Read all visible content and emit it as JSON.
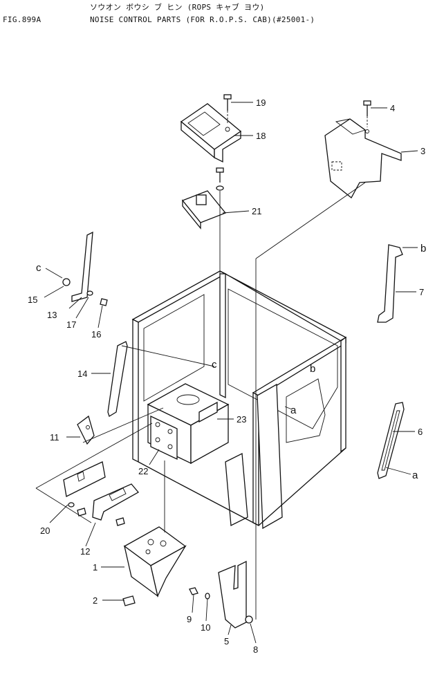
{
  "header": {
    "figure_no": "FIG.899A",
    "title_kana": "ソウオン ボウシ ブ ヒン (ROPS キャブ ヨウ)",
    "title_en": "NOISE CONTROL PARTS (FOR R.O.P.S. CAB)(#25001-)"
  },
  "callouts": [
    {
      "id": "p1",
      "text": "1"
    },
    {
      "id": "p2",
      "text": "2"
    },
    {
      "id": "p3",
      "text": "3"
    },
    {
      "id": "p4",
      "text": "4"
    },
    {
      "id": "p5",
      "text": "5"
    },
    {
      "id": "p6",
      "text": "6"
    },
    {
      "id": "p7",
      "text": "7"
    },
    {
      "id": "p8",
      "text": "8"
    },
    {
      "id": "p9",
      "text": "9"
    },
    {
      "id": "p10",
      "text": "10"
    },
    {
      "id": "p11",
      "text": "11"
    },
    {
      "id": "p12",
      "text": "12"
    },
    {
      "id": "p13",
      "text": "13"
    },
    {
      "id": "p14",
      "text": "14"
    },
    {
      "id": "p15",
      "text": "15"
    },
    {
      "id": "p16",
      "text": "16"
    },
    {
      "id": "p17",
      "text": "17"
    },
    {
      "id": "p18",
      "text": "18"
    },
    {
      "id": "p19",
      "text": "19"
    },
    {
      "id": "p20",
      "text": "20"
    },
    {
      "id": "p21",
      "text": "21"
    },
    {
      "id": "p22",
      "text": "22"
    },
    {
      "id": "p23",
      "text": "23"
    }
  ],
  "references": [
    {
      "id": "ref-a-1",
      "text": "a"
    },
    {
      "id": "ref-a-2",
      "text": "a"
    },
    {
      "id": "ref-b-1",
      "text": "b"
    },
    {
      "id": "ref-b-2",
      "text": "b"
    },
    {
      "id": "ref-c-1",
      "text": "c"
    },
    {
      "id": "ref-c-2",
      "text": "c"
    }
  ]
}
